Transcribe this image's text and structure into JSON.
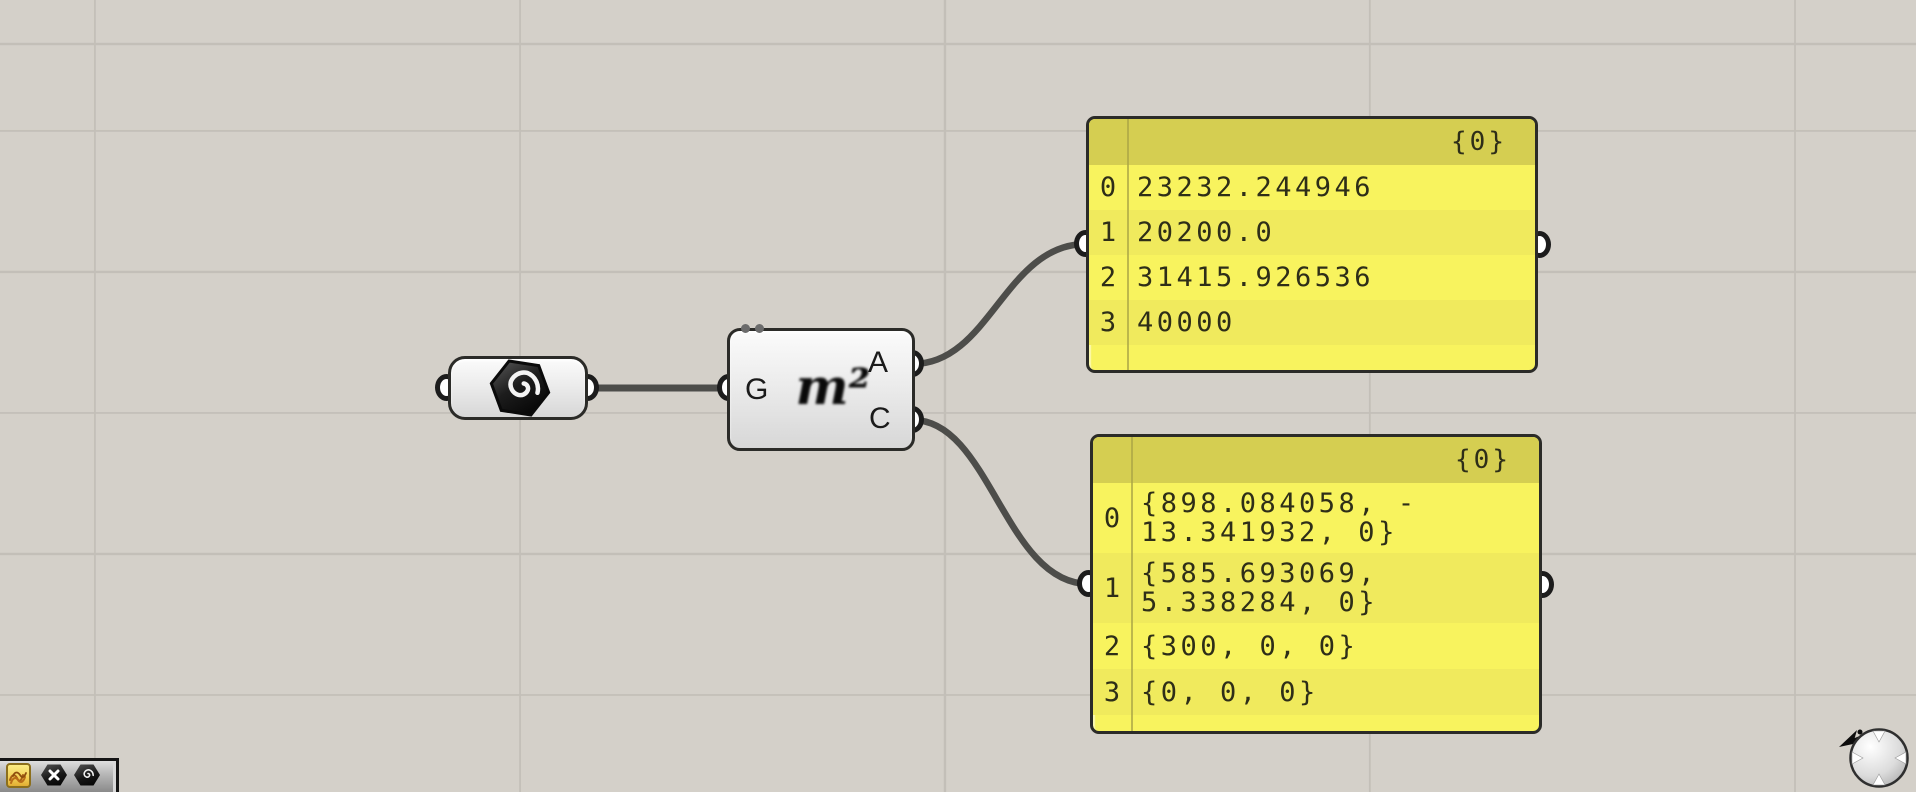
{
  "colors": {
    "canvas_bg": "#d4d0c9",
    "grid_line": "#c3bfb8",
    "panel_yellow": "#f8f35e",
    "panel_yellow_alt": "#f0ea5d",
    "panel_header": "#d5ce51",
    "panel_border": "#2b2b28",
    "wire": "#4d4d4a"
  },
  "area_component": {
    "icon_text": "m²",
    "input_label": "G",
    "output_labels": {
      "a": "A",
      "c": "C"
    }
  },
  "panels": {
    "top": {
      "header": "{0}",
      "rows": [
        {
          "index": "0",
          "lines": [
            "23232.244946"
          ]
        },
        {
          "index": "1",
          "lines": [
            "20200.0"
          ]
        },
        {
          "index": "2",
          "lines": [
            "31415.926536"
          ]
        },
        {
          "index": "3",
          "lines": [
            "40000"
          ]
        }
      ]
    },
    "bottom": {
      "header": "{0}",
      "rows": [
        {
          "index": "0",
          "lines": [
            "{898.084058, -",
            "13.341932, 0}"
          ]
        },
        {
          "index": "1",
          "lines": [
            "{585.693069,",
            "5.338284, 0}"
          ]
        },
        {
          "index": "2",
          "lines": [
            "{300, 0, 0}"
          ]
        },
        {
          "index": "3",
          "lines": [
            "{0, 0, 0}"
          ]
        }
      ]
    }
  },
  "toolbar": {
    "icons": [
      "sketch-icon",
      "null-object-hex-icon",
      "geometry-hex-icon"
    ]
  }
}
